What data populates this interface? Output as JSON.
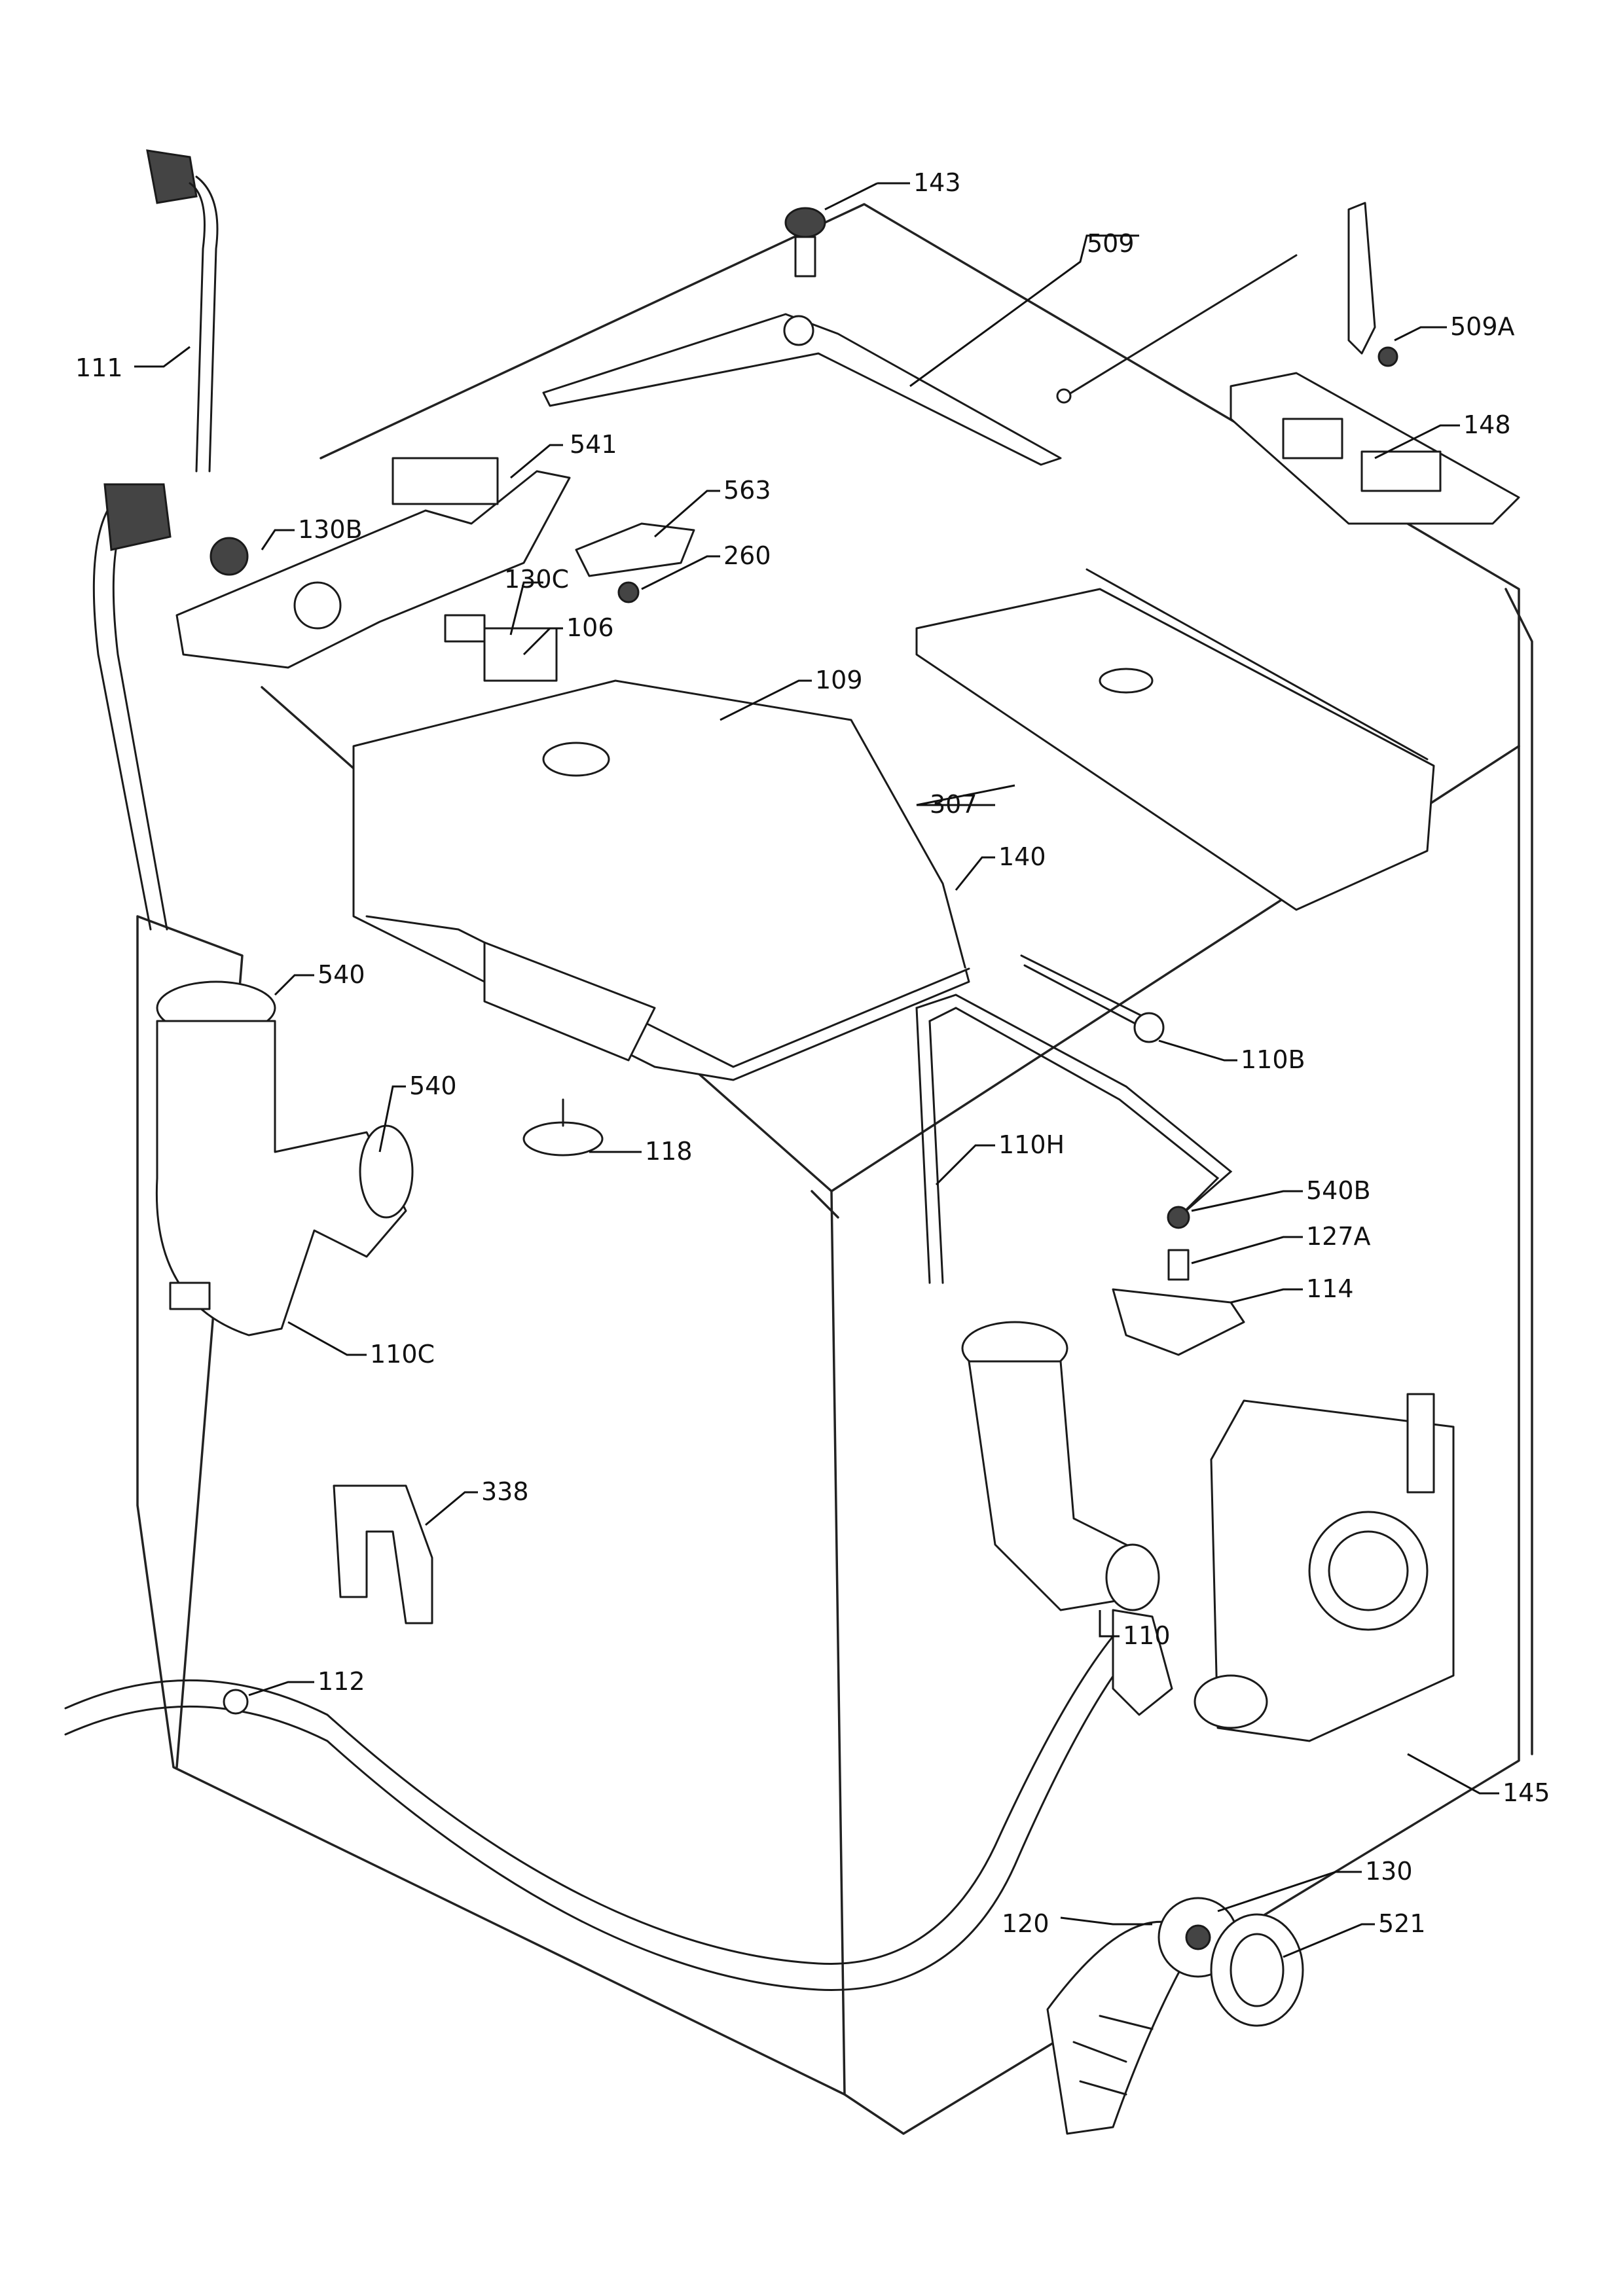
{
  "diagram": {
    "labels": [
      {
        "id": "143",
        "text": "143"
      },
      {
        "id": "509",
        "text": "509"
      },
      {
        "id": "509a",
        "text": "509A"
      },
      {
        "id": "111",
        "text": "111"
      },
      {
        "id": "148",
        "text": "148"
      },
      {
        "id": "541",
        "text": "541"
      },
      {
        "id": "563",
        "text": "563"
      },
      {
        "id": "130b",
        "text": "130B"
      },
      {
        "id": "260",
        "text": "260"
      },
      {
        "id": "130c",
        "text": "130C"
      },
      {
        "id": "106",
        "text": "106"
      },
      {
        "id": "109",
        "text": "109"
      },
      {
        "id": "307",
        "text": "307"
      },
      {
        "id": "140",
        "text": "140"
      },
      {
        "id": "540a",
        "text": "540"
      },
      {
        "id": "110b",
        "text": "110B"
      },
      {
        "id": "540b",
        "text": "540"
      },
      {
        "id": "110h",
        "text": "110H"
      },
      {
        "id": "118",
        "text": "118"
      },
      {
        "id": "540B",
        "text": "540B"
      },
      {
        "id": "127a",
        "text": "127A"
      },
      {
        "id": "114",
        "text": "114"
      },
      {
        "id": "110c",
        "text": "110C"
      },
      {
        "id": "338",
        "text": "338"
      },
      {
        "id": "110",
        "text": "110"
      },
      {
        "id": "112",
        "text": "112"
      },
      {
        "id": "145",
        "text": "145"
      },
      {
        "id": "130",
        "text": "130"
      },
      {
        "id": "120",
        "text": "120"
      },
      {
        "id": "521",
        "text": "521"
      }
    ],
    "colors": {
      "ink": "#111111",
      "paper": "#ffffff"
    }
  }
}
